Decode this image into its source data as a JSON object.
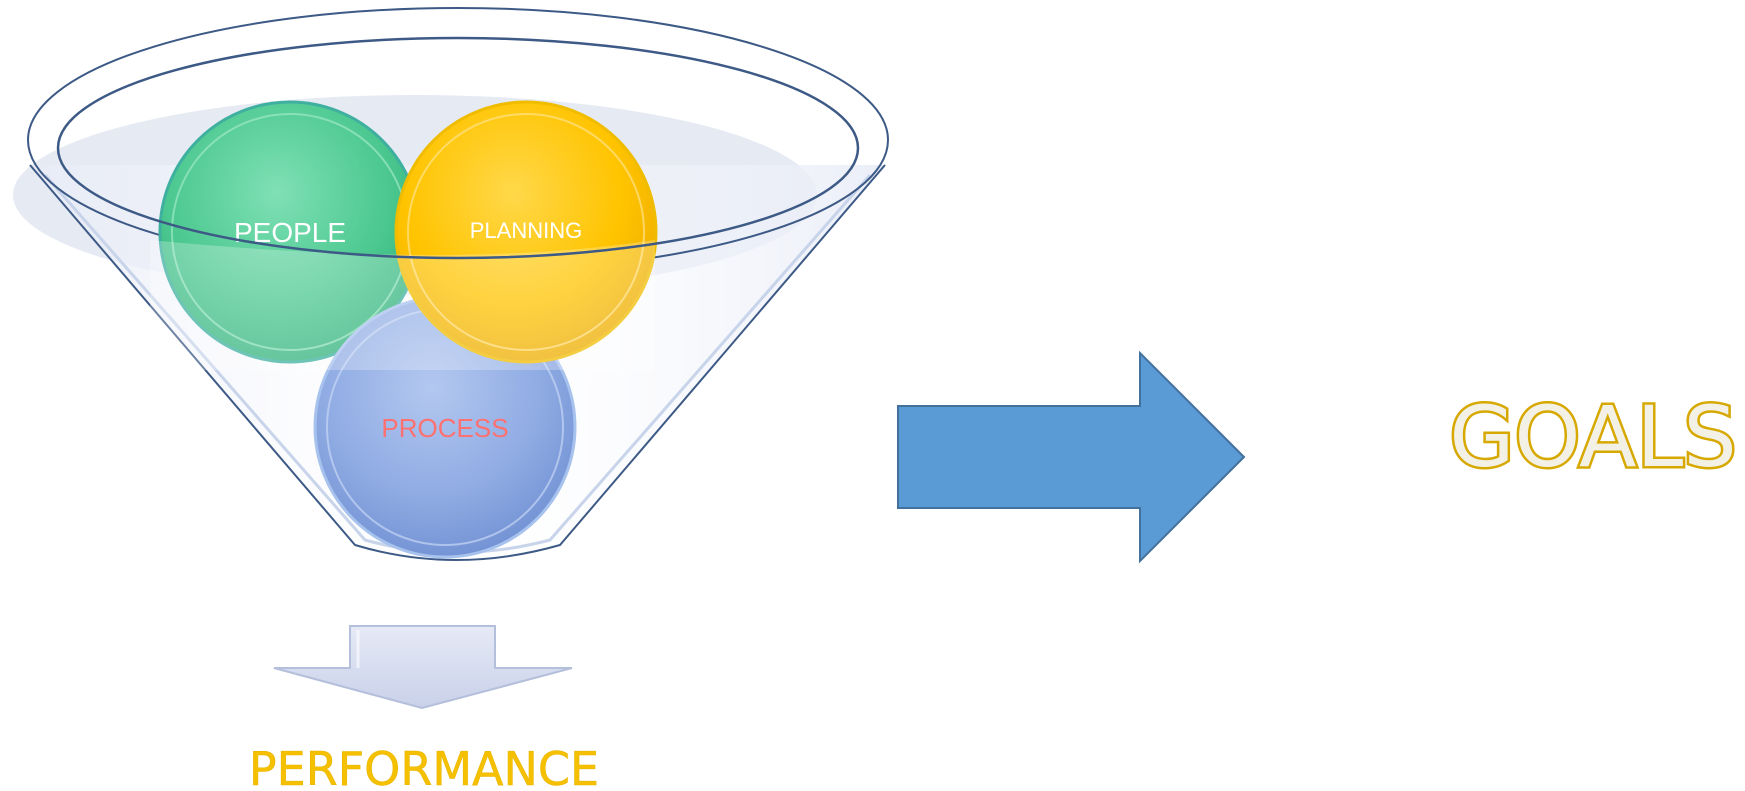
{
  "diagram": {
    "circles": {
      "people": {
        "label": "PEOPLE",
        "color": "#4cc890"
      },
      "planning": {
        "label": "PLANNING",
        "color": "#ffc400"
      },
      "process": {
        "label": "PROCESS",
        "color": "#8aa9e2"
      }
    },
    "funnel_output": {
      "label": "PERFORMANCE",
      "color": "#f5c000"
    },
    "result": {
      "label": "GOALS",
      "color": "#e0a800"
    },
    "arrow_color": "#5b9bd5",
    "down_arrow_color": "#dbe1f3"
  }
}
